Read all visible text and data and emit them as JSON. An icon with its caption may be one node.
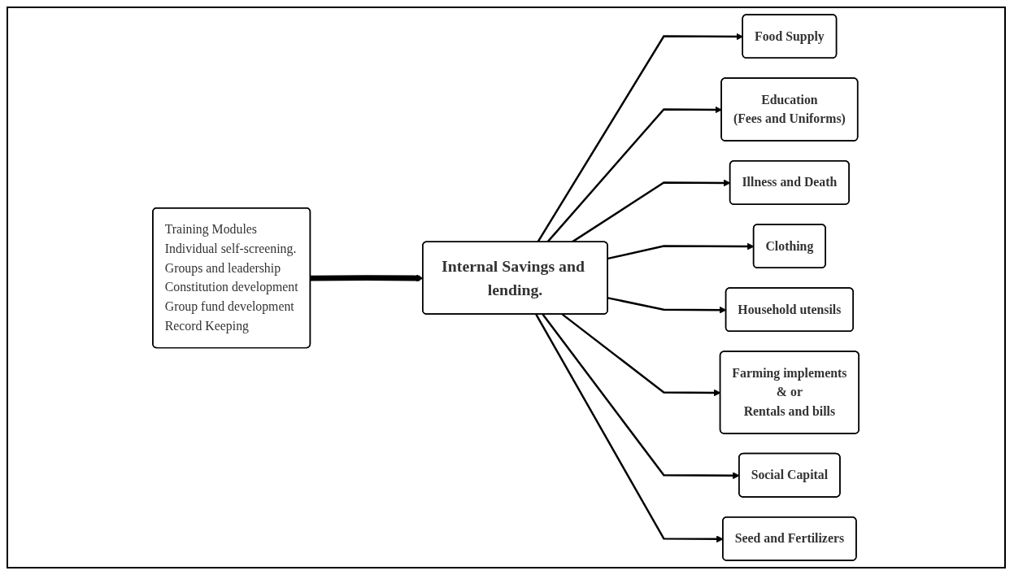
{
  "diagram": {
    "nodes": [
      {
        "text": [
          "Training Modules",
          "Individual self-screening.",
          "Groups and leadership",
          "Constitution development",
          "Group fund development",
          "Record Keeping"
        ]
      },
      {
        "text": [
          "Internal Savings and lending."
        ]
      },
      {
        "text": [
          "Food Supply"
        ]
      },
      {
        "text": [
          "Education",
          "(Fees and Uniforms)"
        ]
      },
      {
        "text": [
          "Illness and Death"
        ]
      },
      {
        "text": [
          "Clothing"
        ]
      },
      {
        "text": [
          "Household utensils"
        ]
      },
      {
        "text": [
          "Farming implements",
          "& or",
          "Rentals and bills"
        ]
      },
      {
        "text": [
          "Social Capital"
        ]
      },
      {
        "text": [
          "Seed and Fertilizers"
        ]
      }
    ],
    "edges": [
      {
        "from": 0,
        "to": 1,
        "arrow": "to",
        "style": "thick"
      },
      {
        "from": 1,
        "to": 2,
        "arrow": "to"
      },
      {
        "from": 1,
        "to": 3,
        "arrow": "to"
      },
      {
        "from": 1,
        "to": 4,
        "arrow": "to"
      },
      {
        "from": 1,
        "to": 5,
        "arrow": "to"
      },
      {
        "from": 1,
        "to": 6,
        "arrow": "to"
      },
      {
        "from": 1,
        "to": 7,
        "arrow": "to"
      },
      {
        "from": 1,
        "to": 8,
        "arrow": "to"
      },
      {
        "from": 1,
        "to": 9,
        "arrow": "to"
      }
    ]
  }
}
